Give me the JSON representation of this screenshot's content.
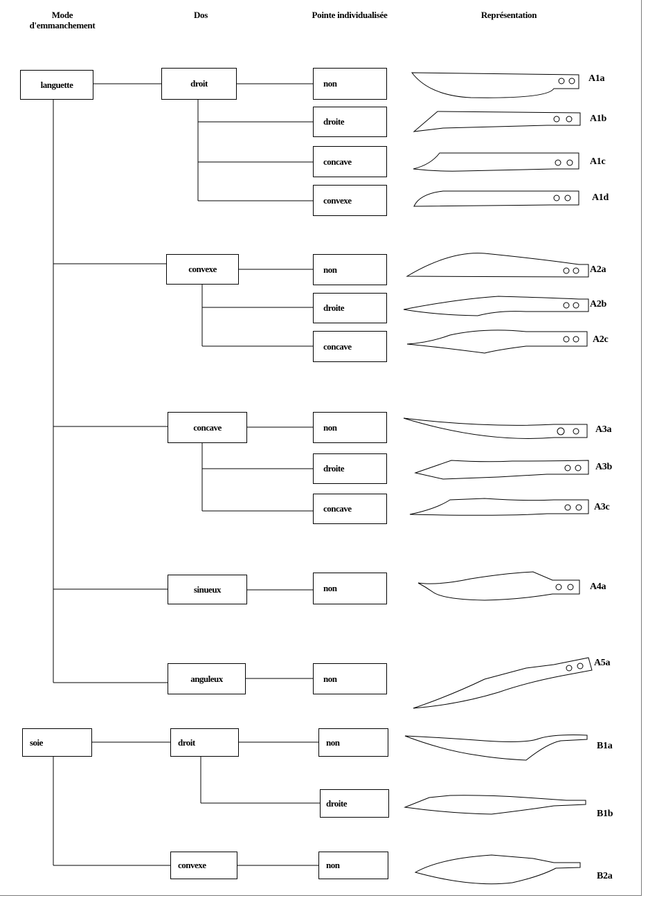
{
  "headers": {
    "mode": "Mode d'emmanchement",
    "dos": "Dos",
    "pointe": "Pointe individualisée",
    "representation": "Représentation"
  },
  "boxes": {
    "languette": "languette",
    "soie": "soie",
    "a1_dos": "droit",
    "a2_dos": "convexe",
    "a3_dos": "concave",
    "a4_dos": "sinueux",
    "a5_dos": "anguleux",
    "b1_dos": "droit",
    "b2_dos": "convexe",
    "a1a_pointe": "non",
    "a1b_pointe": "droite",
    "a1c_pointe": "concave",
    "a1d_pointe": "convexe",
    "a2a_pointe": "non",
    "a2b_pointe": "droite",
    "a2c_pointe": "concave",
    "a3a_pointe": "non",
    "a3b_pointe": "droite",
    "a3c_pointe": "concave",
    "a4a_pointe": "non",
    "a5a_pointe": "non",
    "b1a_pointe": "non",
    "b1b_pointe": "droite",
    "b2a_pointe": "non"
  },
  "codes": {
    "a1a": "A1a",
    "a1b": "A1b",
    "a1c": "A1c",
    "a1d": "A1d",
    "a2a": "A2a",
    "a2b": "A2b",
    "a2c": "A2c",
    "a3a": "A3a",
    "a3b": "A3b",
    "a3c": "A3c",
    "a4a": "A4a",
    "a5a": "A5a",
    "b1a": "B1a",
    "b1b": "B1b",
    "b2a": "B2a"
  }
}
